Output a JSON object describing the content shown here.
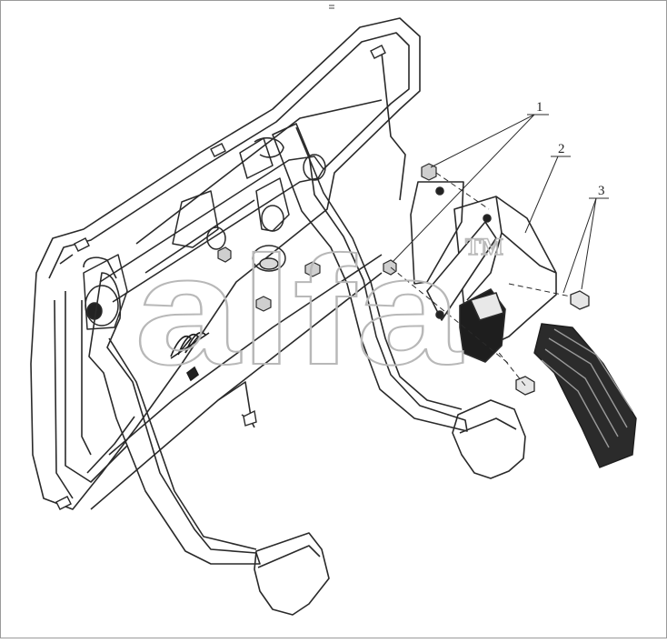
{
  "callouts": [
    {
      "number": "1"
    },
    {
      "number": "2"
    },
    {
      "number": "3"
    }
  ],
  "watermark": {
    "text": "alfa",
    "mark": "TM"
  },
  "colors": {
    "line": "#2a2a2a",
    "shade": "#bdbdbd",
    "dark": "#1e1e1e",
    "watermark": "#b8b8b8"
  }
}
